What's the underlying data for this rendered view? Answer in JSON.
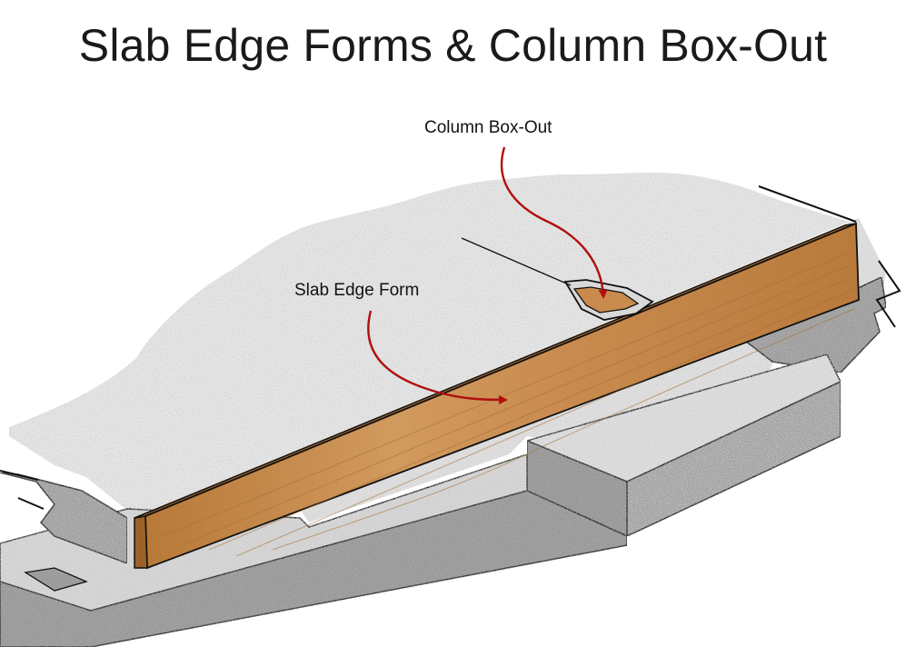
{
  "title": "Slab Edge Forms & Column Box-Out",
  "labels": {
    "column_box_out": "Column Box-Out",
    "slab_edge_form": "Slab Edge Form"
  },
  "colors": {
    "arrow": "#b01010",
    "concrete_top": "#ececec",
    "concrete_side": "#b8b8b8",
    "wood": "#c98a4e",
    "outline": "#111111"
  }
}
